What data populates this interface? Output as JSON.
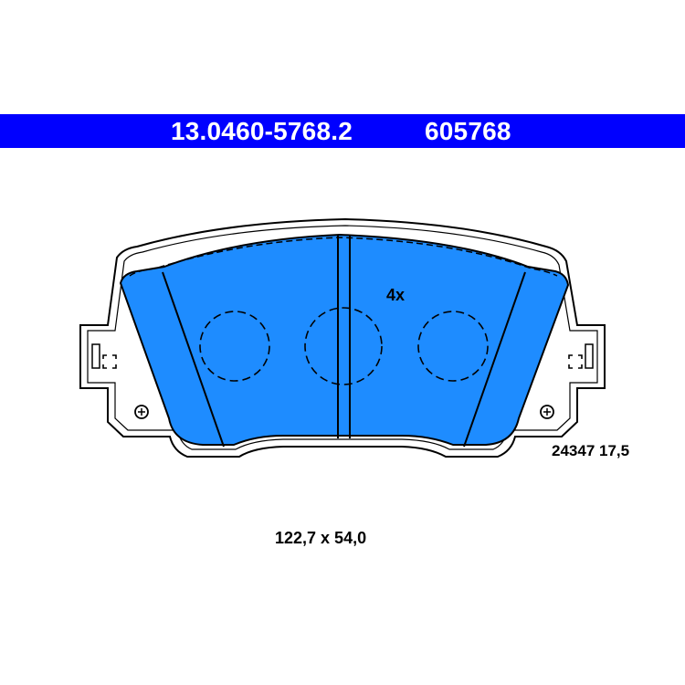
{
  "header": {
    "part_number": "13.0460-5768.2",
    "alt_number": "605768"
  },
  "drawing": {
    "quantity_label": "4x",
    "reference_label": "24347 17,5",
    "dimensions_label": "122,7 x 54,0"
  },
  "colors": {
    "header_background": "#0000ff",
    "header_text": "#ffffff",
    "pad_fill": "#1e8cff",
    "outline": "#000000"
  }
}
